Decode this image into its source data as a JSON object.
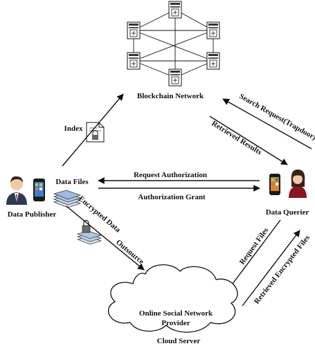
{
  "diagram": {
    "nodes": {
      "blockchain": "Blockchain Network",
      "data_publisher": "Data Publisher",
      "data_querier": "Data Querier",
      "data_files": "Data Files",
      "index": "Index",
      "osn_provider_line1": "Online Social Network",
      "osn_provider_line2": "Provider",
      "cloud_server": "Cloud Server"
    },
    "edges": {
      "search_request": "Search Request(Trapdoor)",
      "retrieved_results": "Retrieved Results",
      "request_authorization": "Request Authorization",
      "authorization_grant": "Authorization Grant",
      "encrypted_data": "Encrypted Data",
      "outsource": "Outsource",
      "request_files": "Request Files",
      "retrieved_encrypted_files": "Retrieved Encrypted Files"
    },
    "icons": {
      "server": "server-icon",
      "document": "document-icon",
      "lock": "lock-icon",
      "stack": "file-stack-icon",
      "person_male": "user-male-icon",
      "person_female": "user-female-icon",
      "phone": "smartphone-icon",
      "cloud": "cloud-icon"
    }
  }
}
